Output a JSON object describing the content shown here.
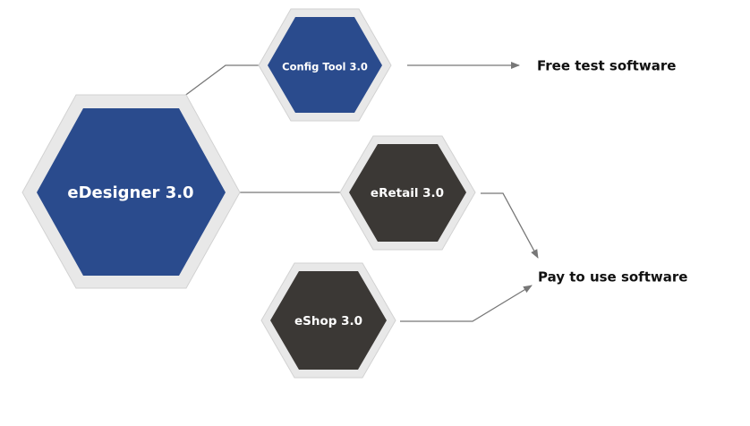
{
  "nodes": {
    "edesigner": {
      "label": "eDesigner 3.0",
      "color": "#2a4b8d"
    },
    "config_tool": {
      "label": "Config Tool 3.0",
      "color": "#2a4b8d"
    },
    "eretail": {
      "label": "eRetail 3.0",
      "color": "#3b3835"
    },
    "eshop": {
      "label": "eShop 3.0",
      "color": "#3b3835"
    }
  },
  "outcomes": {
    "free": {
      "label": "Free test software"
    },
    "paid": {
      "label": "Pay to use software"
    }
  },
  "colors": {
    "hex_border": "#e8e8e8",
    "connector": "#777777"
  }
}
